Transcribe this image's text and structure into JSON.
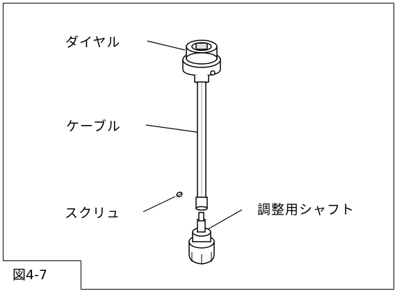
{
  "labels": {
    "dial": "ダイヤル",
    "cable": "ケーブル",
    "screw": "スクリュ",
    "shaft": "調整用シャフト"
  },
  "figure_number": "図4-7"
}
